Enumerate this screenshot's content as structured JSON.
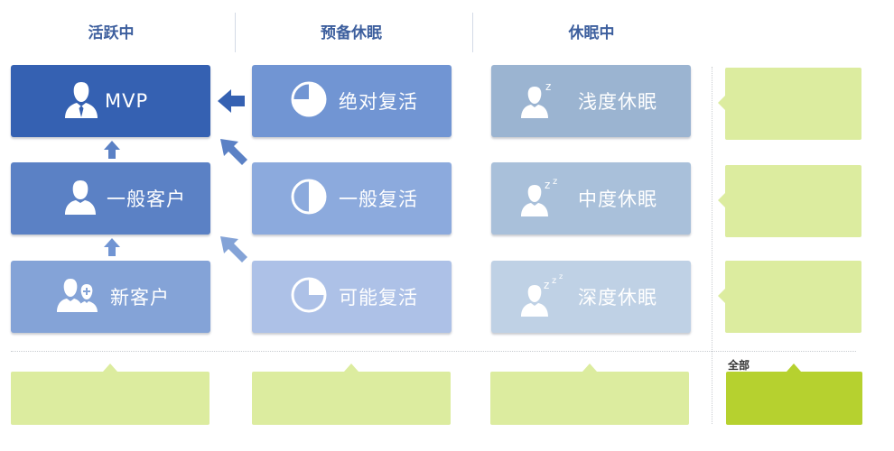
{
  "headers": {
    "active": "活跃中",
    "pre_sleep": "预备休眠",
    "sleeping": "休眠中"
  },
  "active_cards": [
    {
      "label": "MVP",
      "icon": "user-tie-icon",
      "color": "#3561b2"
    },
    {
      "label": "一般客户",
      "icon": "user-icon",
      "color": "#5b81c5"
    },
    {
      "label": "新客户",
      "icon": "new-user-icon",
      "color": "#84a3d7"
    }
  ],
  "revive_cards": [
    {
      "label": "绝对复活",
      "icon": "pie-three-quarter-icon",
      "color": "#7195d3"
    },
    {
      "label": "一般复活",
      "icon": "pie-half-icon",
      "color": "#8caadd"
    },
    {
      "label": "可能复活",
      "icon": "pie-quarter-icon",
      "color": "#adc1e7"
    }
  ],
  "sleep_cards": [
    {
      "label": "浅度休眠",
      "icon": "sleep-z-icon",
      "color": "#9bb4d1"
    },
    {
      "label": "中度休眠",
      "icon": "sleep-zz-icon",
      "color": "#a9c0da"
    },
    {
      "label": "深度休眠",
      "icon": "sleep-zzz-icon",
      "color": "#bfd1e5"
    }
  ],
  "summary": {
    "all_label": "全部"
  },
  "colors": {
    "light_green": "#dcec9f",
    "selected_green": "#b6d12f",
    "arrow_blue": "#3561b2",
    "arrow_light": "#7195d3"
  }
}
